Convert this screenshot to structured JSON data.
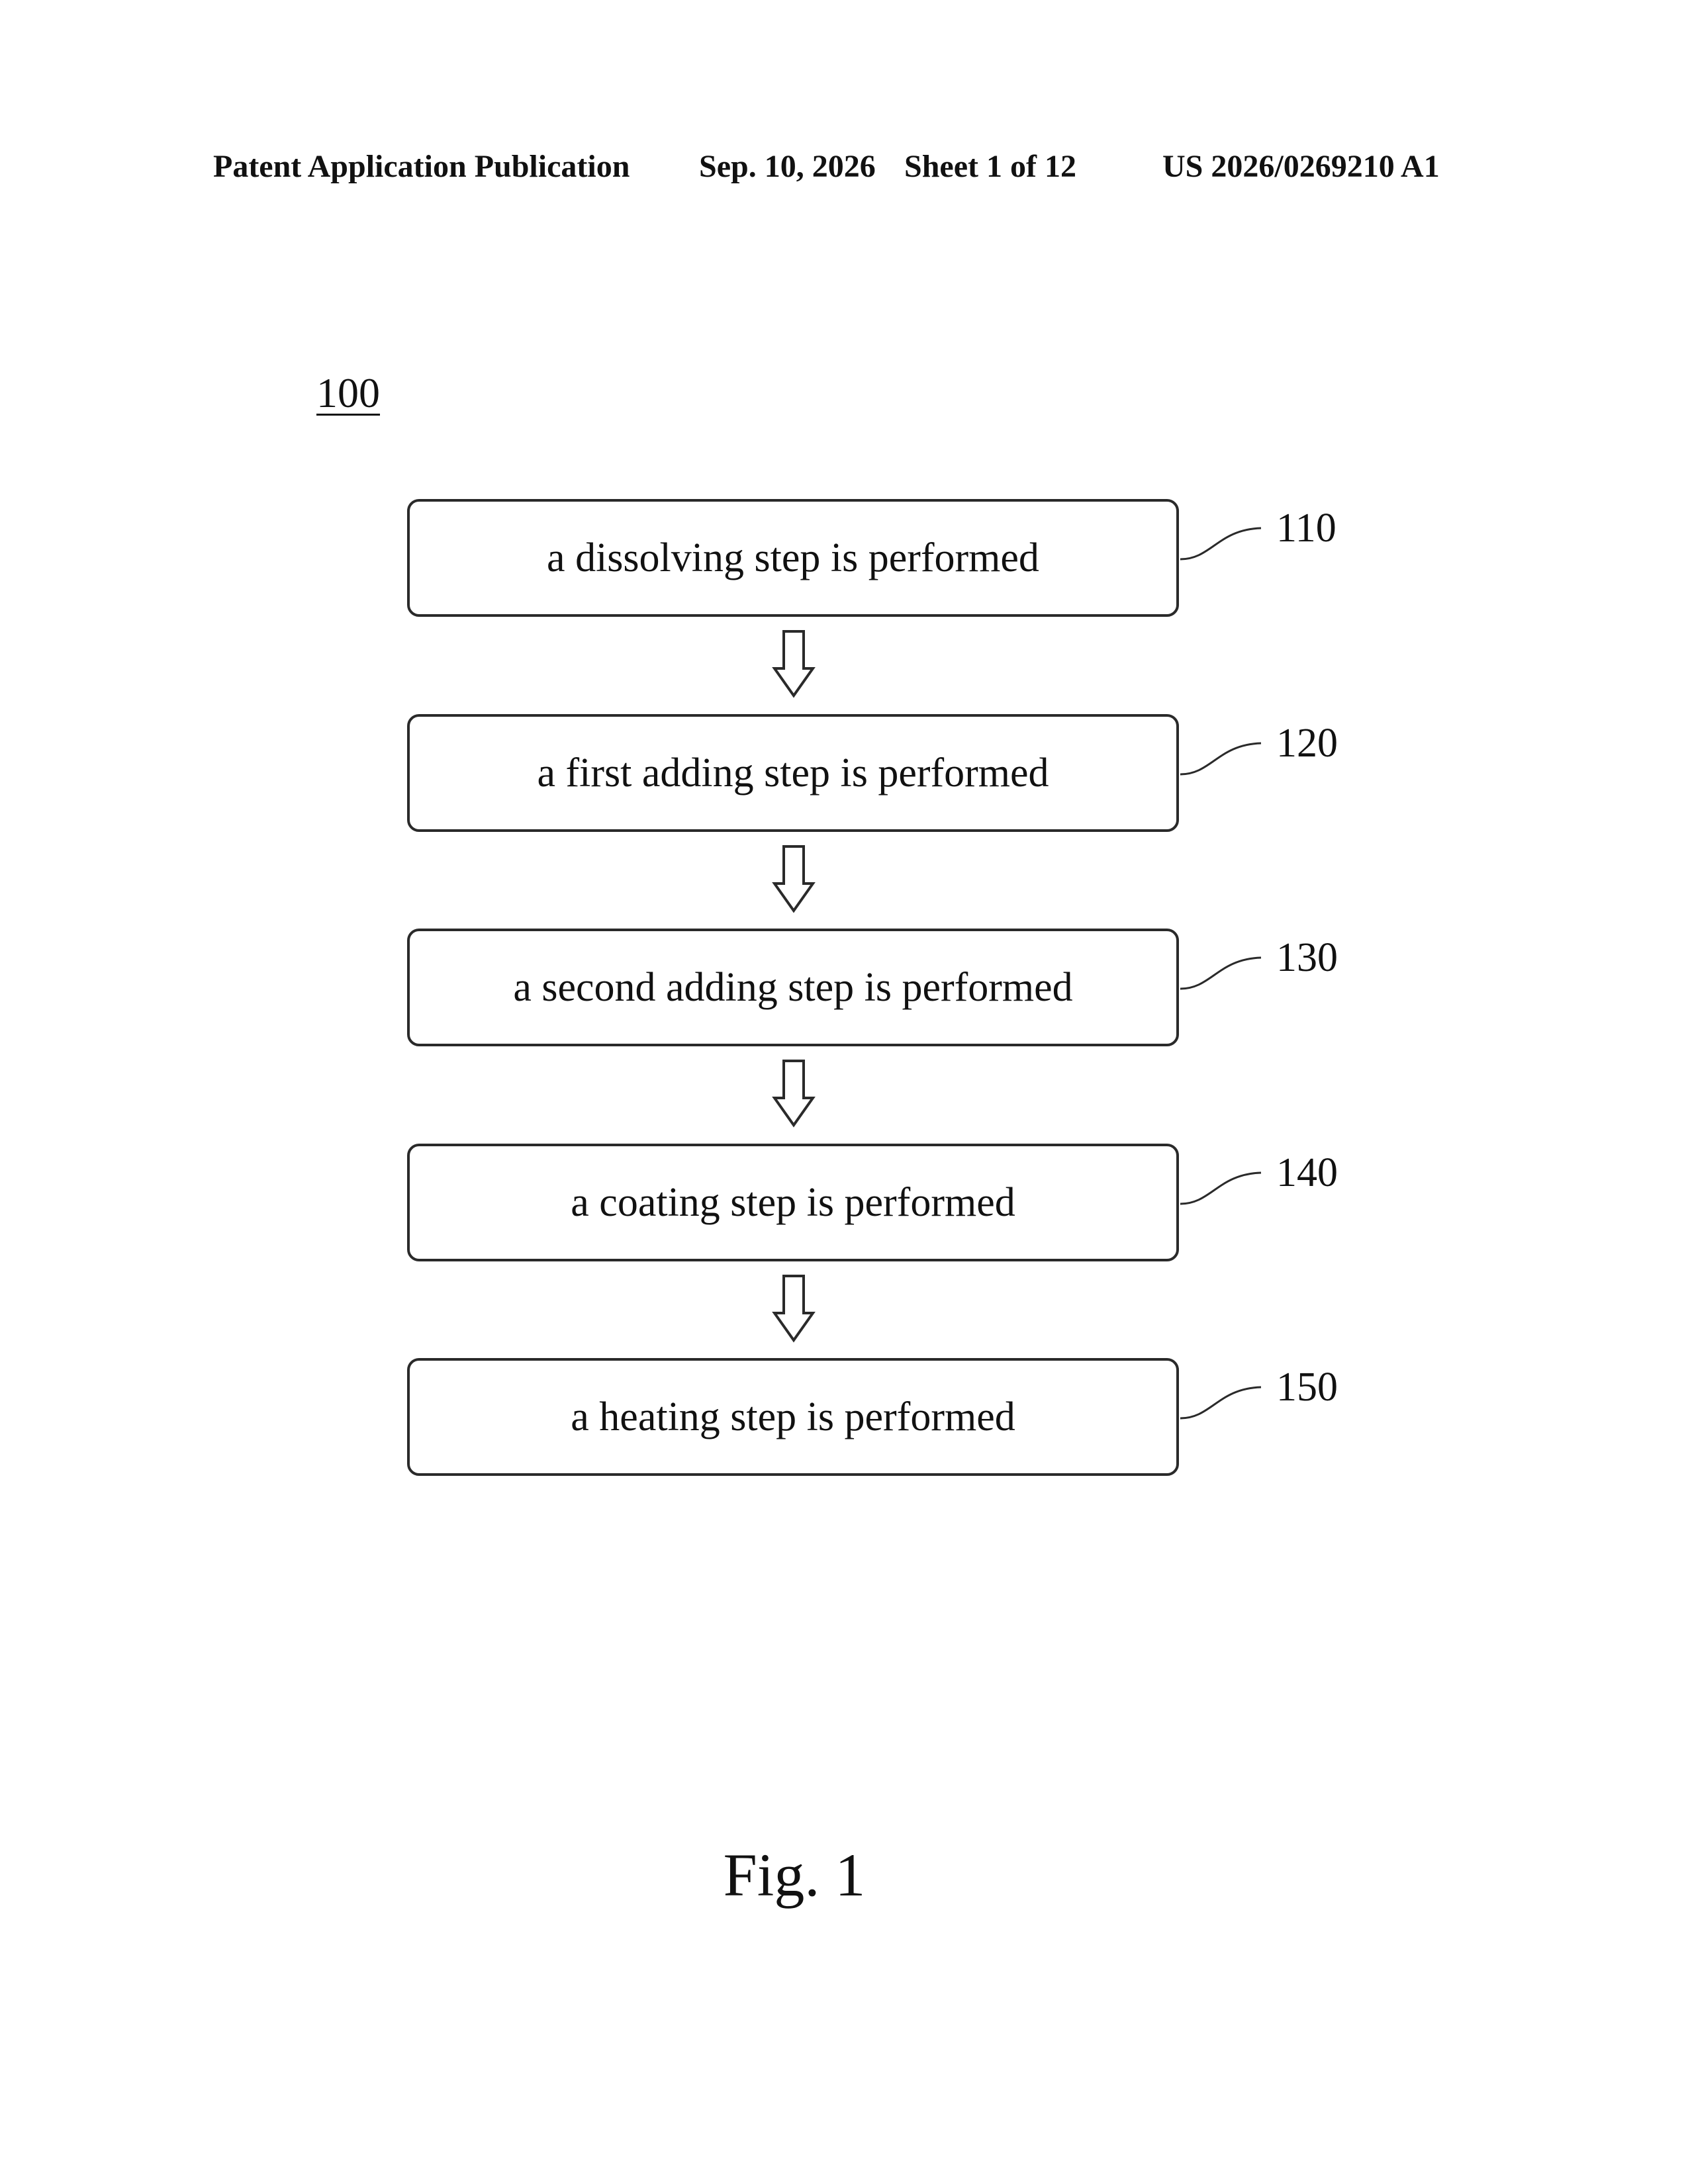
{
  "header": {
    "publication": "Patent Application Publication",
    "date": "Sep. 10, 2026",
    "sheet": "Sheet 1 of 12",
    "number": "US 2026/0269210 A1"
  },
  "diagram": {
    "label": "100",
    "steps": [
      {
        "ref": "110",
        "text": "a dissolving step is performed"
      },
      {
        "ref": "120",
        "text": "a first adding step is performed"
      },
      {
        "ref": "130",
        "text": "a second adding step is performed"
      },
      {
        "ref": "140",
        "text": "a coating step is performed"
      },
      {
        "ref": "150",
        "text": "a heating step is performed"
      }
    ]
  },
  "figure": {
    "caption": "Fig. 1"
  }
}
